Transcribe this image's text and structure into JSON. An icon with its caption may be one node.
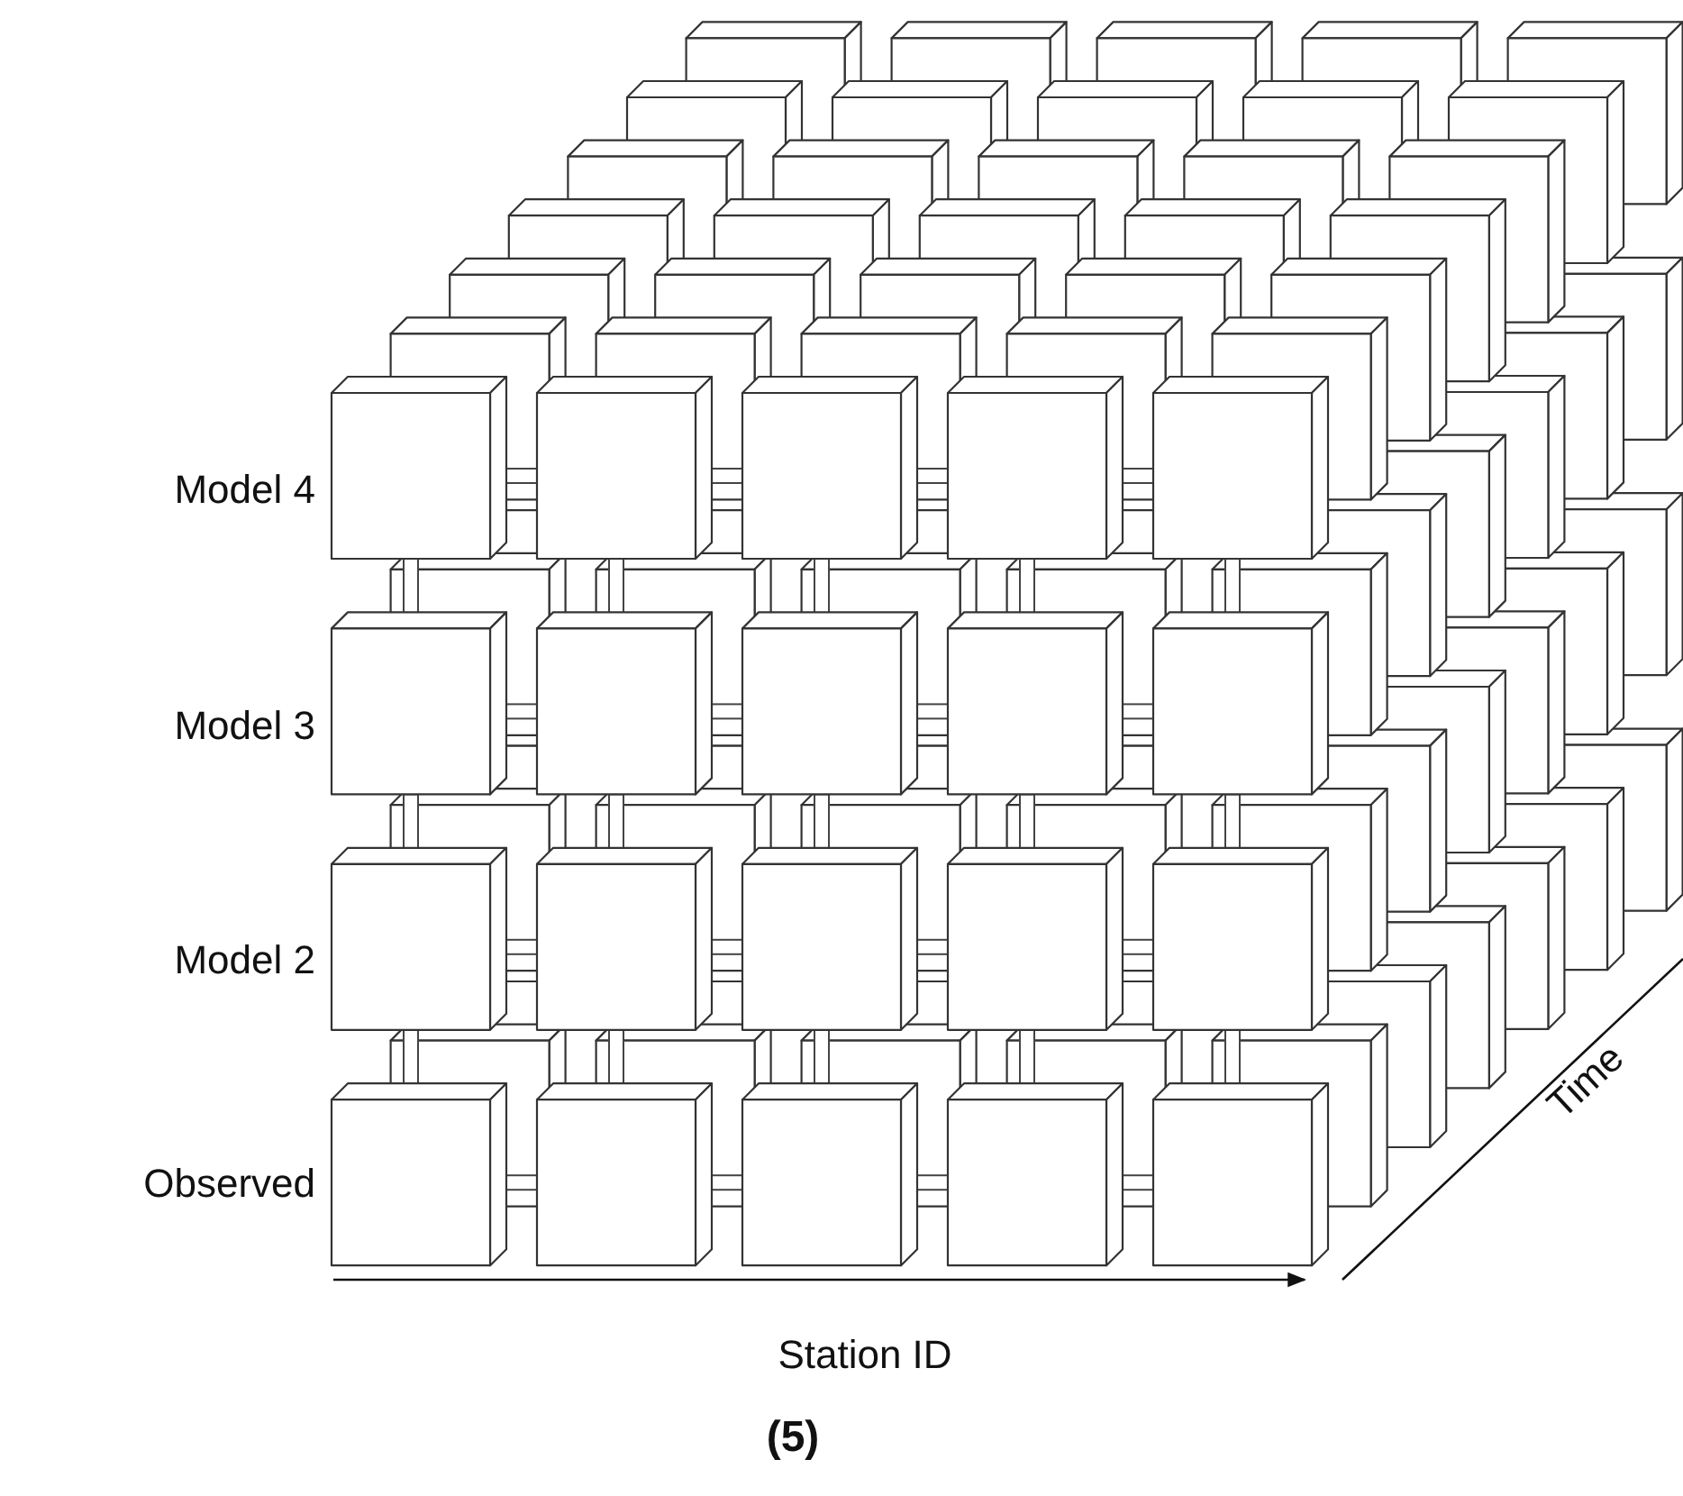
{
  "diagram": {
    "labels": [
      "Model 4",
      "Model 3",
      "Model 2",
      "Observed",
      "Station ID",
      "Time",
      "(5)"
    ]
  }
}
